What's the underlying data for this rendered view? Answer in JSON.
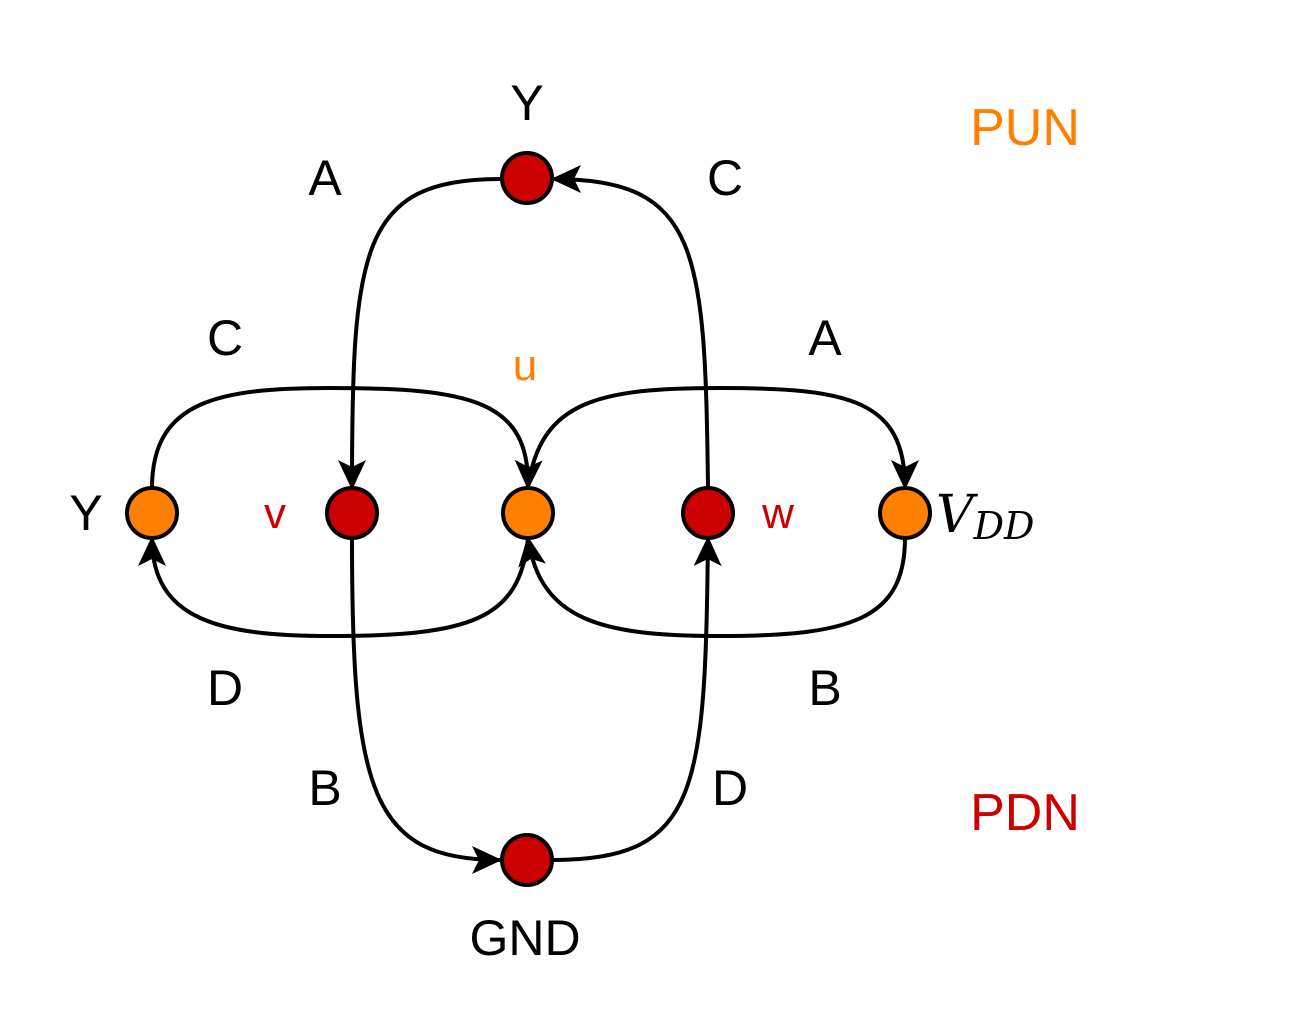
{
  "colors": {
    "pun": "#ff8000",
    "pdn": "#cc0000",
    "edge": "#000000",
    "text": "#000000",
    "background": "#ffffff"
  },
  "legend": {
    "pun": "PUN",
    "pdn": "PDN"
  },
  "nodes": {
    "y_top": {
      "label": "Y",
      "network": "PDN"
    },
    "y_left": {
      "label": "Y",
      "network": "PUN"
    },
    "v": {
      "label": "v",
      "network": "PDN"
    },
    "u": {
      "label": "u",
      "network": "PUN"
    },
    "w": {
      "label": "w",
      "network": "PDN"
    },
    "vdd": {
      "label": "V",
      "label_sub": "DD",
      "network": "PUN"
    },
    "gnd": {
      "label": "GND",
      "network": "PDN"
    }
  },
  "edges": {
    "pdn_a": {
      "label": "A",
      "from": "Y",
      "to": "v"
    },
    "pdn_c": {
      "label": "C",
      "from": "w",
      "to": "Y"
    },
    "pdn_b": {
      "label": "B",
      "from": "v",
      "to": "GND"
    },
    "pdn_d": {
      "label": "D",
      "from": "GND",
      "to": "w"
    },
    "pun_c": {
      "label": "C",
      "from": "Y",
      "to": "u"
    },
    "pun_a": {
      "label": "A",
      "from": "u",
      "to": "VDD"
    },
    "pun_d": {
      "label": "D",
      "from": "u",
      "to": "Y"
    },
    "pun_b": {
      "label": "B",
      "from": "VDD",
      "to": "u"
    }
  }
}
